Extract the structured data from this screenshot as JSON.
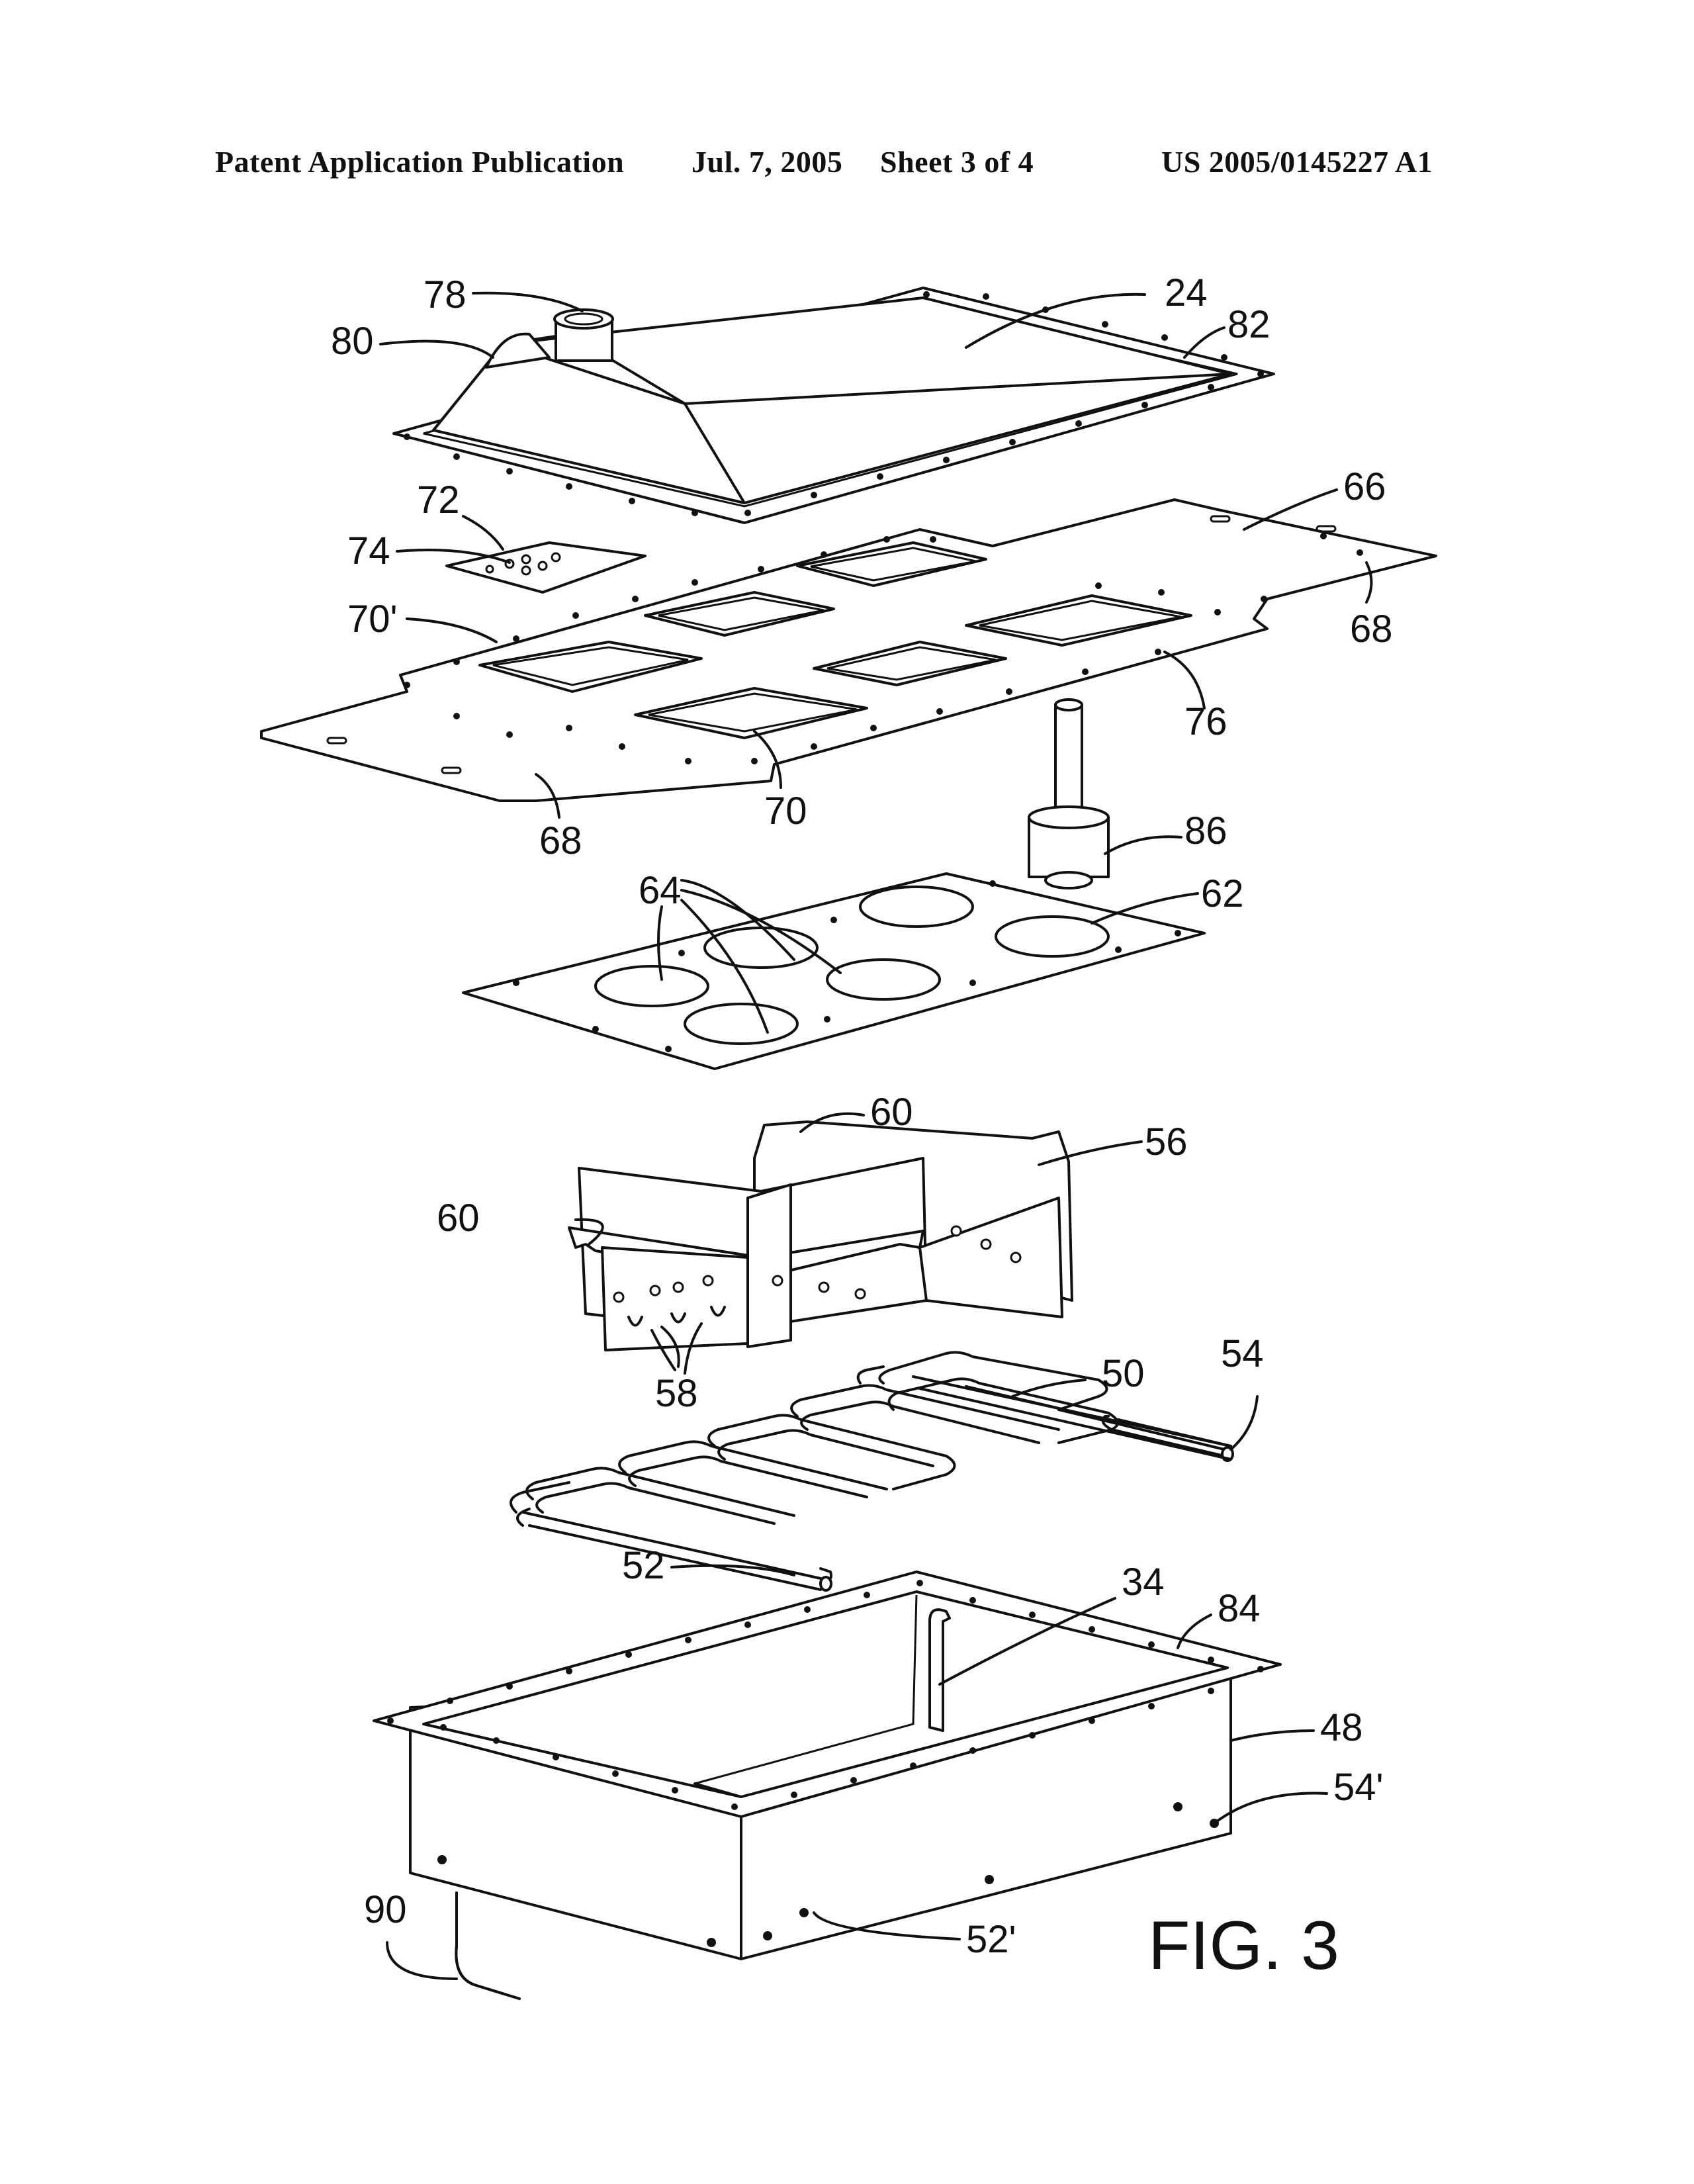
{
  "header": {
    "publication": "Patent Application Publication",
    "date": "Jul. 7, 2005",
    "sheet": "Sheet 3 of 4",
    "number": "US 2005/0145227 A1"
  },
  "figure": {
    "caption": "FIG. 3",
    "labels": {
      "l24": "24",
      "l78": "78",
      "l80": "80",
      "l82": "82",
      "l72": "72",
      "l74": "74",
      "l66": "66",
      "l68a": "68",
      "l68b": "68",
      "l70p": "70'",
      "l70": "70",
      "l76": "76",
      "l86": "86",
      "l64": "64",
      "l62": "62",
      "l60a": "60",
      "l60b": "60",
      "l56": "56",
      "l58": "58",
      "l50": "50",
      "l54": "54",
      "l52": "52",
      "l34": "34",
      "l84": "84",
      "l48": "48",
      "l54p": "54'",
      "l90": "90",
      "l52p": "52'"
    }
  }
}
